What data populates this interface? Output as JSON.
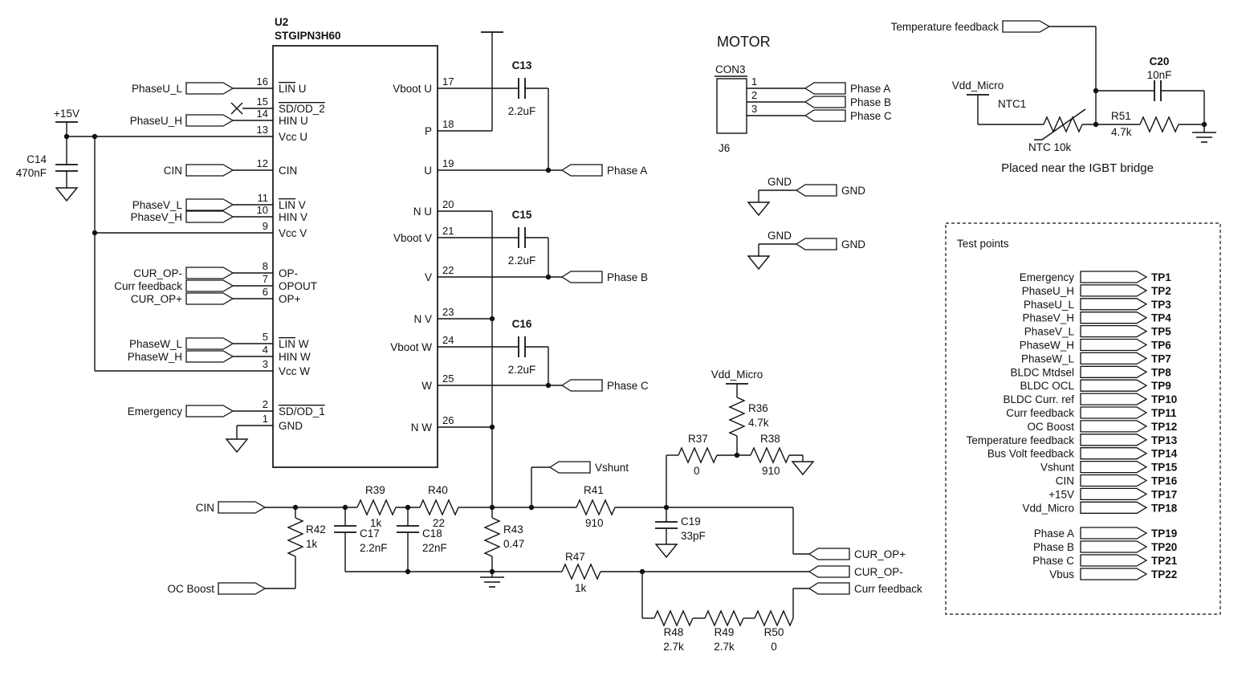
{
  "ic": {
    "ref": "U2",
    "part": "STGIPN3H60",
    "left_pins": [
      {
        "n": "16",
        "bar": "LIN",
        "rest": " U"
      },
      {
        "n": "15",
        "bar": "SD/OD_2",
        "rest": ""
      },
      {
        "n": "14",
        "bar": "",
        "rest": "HIN U"
      },
      {
        "n": "13",
        "bar": "",
        "rest": "Vcc U"
      },
      {
        "n": "12",
        "bar": "",
        "rest": "CIN"
      },
      {
        "n": "11",
        "bar": "LIN",
        "rest": " V"
      },
      {
        "n": "10",
        "bar": "",
        "rest": "HIN V"
      },
      {
        "n": "9",
        "bar": "",
        "rest": "Vcc V"
      },
      {
        "n": "8",
        "bar": "",
        "rest": "OP-"
      },
      {
        "n": "7",
        "bar": "",
        "rest": "OPOUT"
      },
      {
        "n": "6",
        "bar": "",
        "rest": "OP+"
      },
      {
        "n": "5",
        "bar": "LIN",
        "rest": " W"
      },
      {
        "n": "4",
        "bar": "",
        "rest": "HIN W"
      },
      {
        "n": "3",
        "bar": "",
        "rest": "Vcc W"
      },
      {
        "n": "2",
        "bar": "SD/OD_1",
        "rest": ""
      },
      {
        "n": "1",
        "bar": "",
        "rest": "GND"
      }
    ],
    "right_pins": [
      {
        "n": "17",
        "name": "Vboot U"
      },
      {
        "n": "18",
        "name": "P"
      },
      {
        "n": "19",
        "name": "U"
      },
      {
        "n": "20",
        "name": "N U"
      },
      {
        "n": "21",
        "name": "Vboot V"
      },
      {
        "n": "22",
        "name": "V"
      },
      {
        "n": "23",
        "name": "N V"
      },
      {
        "n": "24",
        "name": "Vboot W"
      },
      {
        "n": "25",
        "name": "W"
      },
      {
        "n": "26",
        "name": "N W"
      }
    ]
  },
  "nets": {
    "phaseu_l": "PhaseU_L",
    "phaseu_h": "PhaseU_H",
    "cin": "CIN",
    "phasev_l": "PhaseV_L",
    "phasev_h": "PhaseV_H",
    "cur_op_minus": "CUR_OP-",
    "curr_feedback": "Curr feedback",
    "cur_op_plus": "CUR_OP+",
    "phasew_l": "PhaseW_L",
    "phasew_h": "PhaseW_H",
    "emergency": "Emergency",
    "phase_a": "Phase A",
    "phase_b": "Phase B",
    "phase_c": "Phase C",
    "vshunt": "Vshunt",
    "oc_boost": "OC Boost",
    "gnd": "GND",
    "p15v": "+15V",
    "vdd_micro": "Vdd_Micro",
    "temp_feedback": "Temperature feedback",
    "vbus": "Vbus"
  },
  "components": {
    "c13": {
      "ref": "C13",
      "val": "2.2uF"
    },
    "c14": {
      "ref": "C14",
      "val": "470nF"
    },
    "c15": {
      "ref": "C15",
      "val": "2.2uF"
    },
    "c16": {
      "ref": "C16",
      "val": "2.2uF"
    },
    "c17": {
      "ref": "C17",
      "val": "2.2nF"
    },
    "c18": {
      "ref": "C18",
      "val": "22nF"
    },
    "c19": {
      "ref": "C19",
      "val": "33pF"
    },
    "c20": {
      "ref": "C20",
      "val": "10nF"
    },
    "r36": {
      "ref": "R36",
      "val": "4.7k"
    },
    "r37": {
      "ref": "R37",
      "val": "0"
    },
    "r38": {
      "ref": "R38",
      "val": "910"
    },
    "r39": {
      "ref": "R39",
      "val": "1k"
    },
    "r40": {
      "ref": "R40",
      "val": "22"
    },
    "r41": {
      "ref": "R41",
      "val": "910"
    },
    "r42": {
      "ref": "R42",
      "val": "1k"
    },
    "r43": {
      "ref": "R43",
      "val": "0.47"
    },
    "r47": {
      "ref": "R47",
      "val": "1k"
    },
    "r48": {
      "ref": "R48",
      "val": "2.7k"
    },
    "r49": {
      "ref": "R49",
      "val": "2.7k"
    },
    "r50": {
      "ref": "R50",
      "val": "0"
    },
    "r51": {
      "ref": "R51",
      "val": "4.7k"
    },
    "ntc": {
      "ref": "NTC1",
      "val": "NTC 10k"
    }
  },
  "motor": {
    "title": "MOTOR",
    "connector": "CON3",
    "jref": "J6",
    "rows": [
      {
        "n": "1",
        "label": "Phase A"
      },
      {
        "n": "2",
        "label": "Phase B"
      },
      {
        "n": "3",
        "label": "Phase C"
      }
    ]
  },
  "note": "Placed near the IGBT bridge",
  "testpoints": {
    "title": "Test points",
    "rows": [
      {
        "label": "Emergency",
        "tp": "TP1"
      },
      {
        "label": "PhaseU_H",
        "tp": "TP2"
      },
      {
        "label": "PhaseU_L",
        "tp": "TP3"
      },
      {
        "label": "PhaseV_H",
        "tp": "TP4"
      },
      {
        "label": "PhaseV_L",
        "tp": "TP5"
      },
      {
        "label": "PhaseW_H",
        "tp": "TP6"
      },
      {
        "label": "PhaseW_L",
        "tp": "TP7"
      },
      {
        "label": "BLDC Mtdsel",
        "tp": "TP8"
      },
      {
        "label": "BLDC OCL",
        "tp": "TP9"
      },
      {
        "label": "BLDC Curr. ref",
        "tp": "TP10"
      },
      {
        "label": "Curr feedback",
        "tp": "TP11"
      },
      {
        "label": "OC Boost",
        "tp": "TP12"
      },
      {
        "label": "Temperature feedback",
        "tp": "TP13"
      },
      {
        "label": "Bus Volt feedback",
        "tp": "TP14"
      },
      {
        "label": "Vshunt",
        "tp": "TP15"
      },
      {
        "label": "CIN",
        "tp": "TP16"
      },
      {
        "label": "+15V",
        "tp": "TP17"
      },
      {
        "label": "Vdd_Micro",
        "tp": "TP18"
      }
    ],
    "rows2": [
      {
        "label": "Phase A",
        "tp": "TP19"
      },
      {
        "label": "Phase B",
        "tp": "TP20"
      },
      {
        "label": "Phase C",
        "tp": "TP21"
      },
      {
        "label": "Vbus",
        "tp": "TP22"
      }
    ]
  }
}
